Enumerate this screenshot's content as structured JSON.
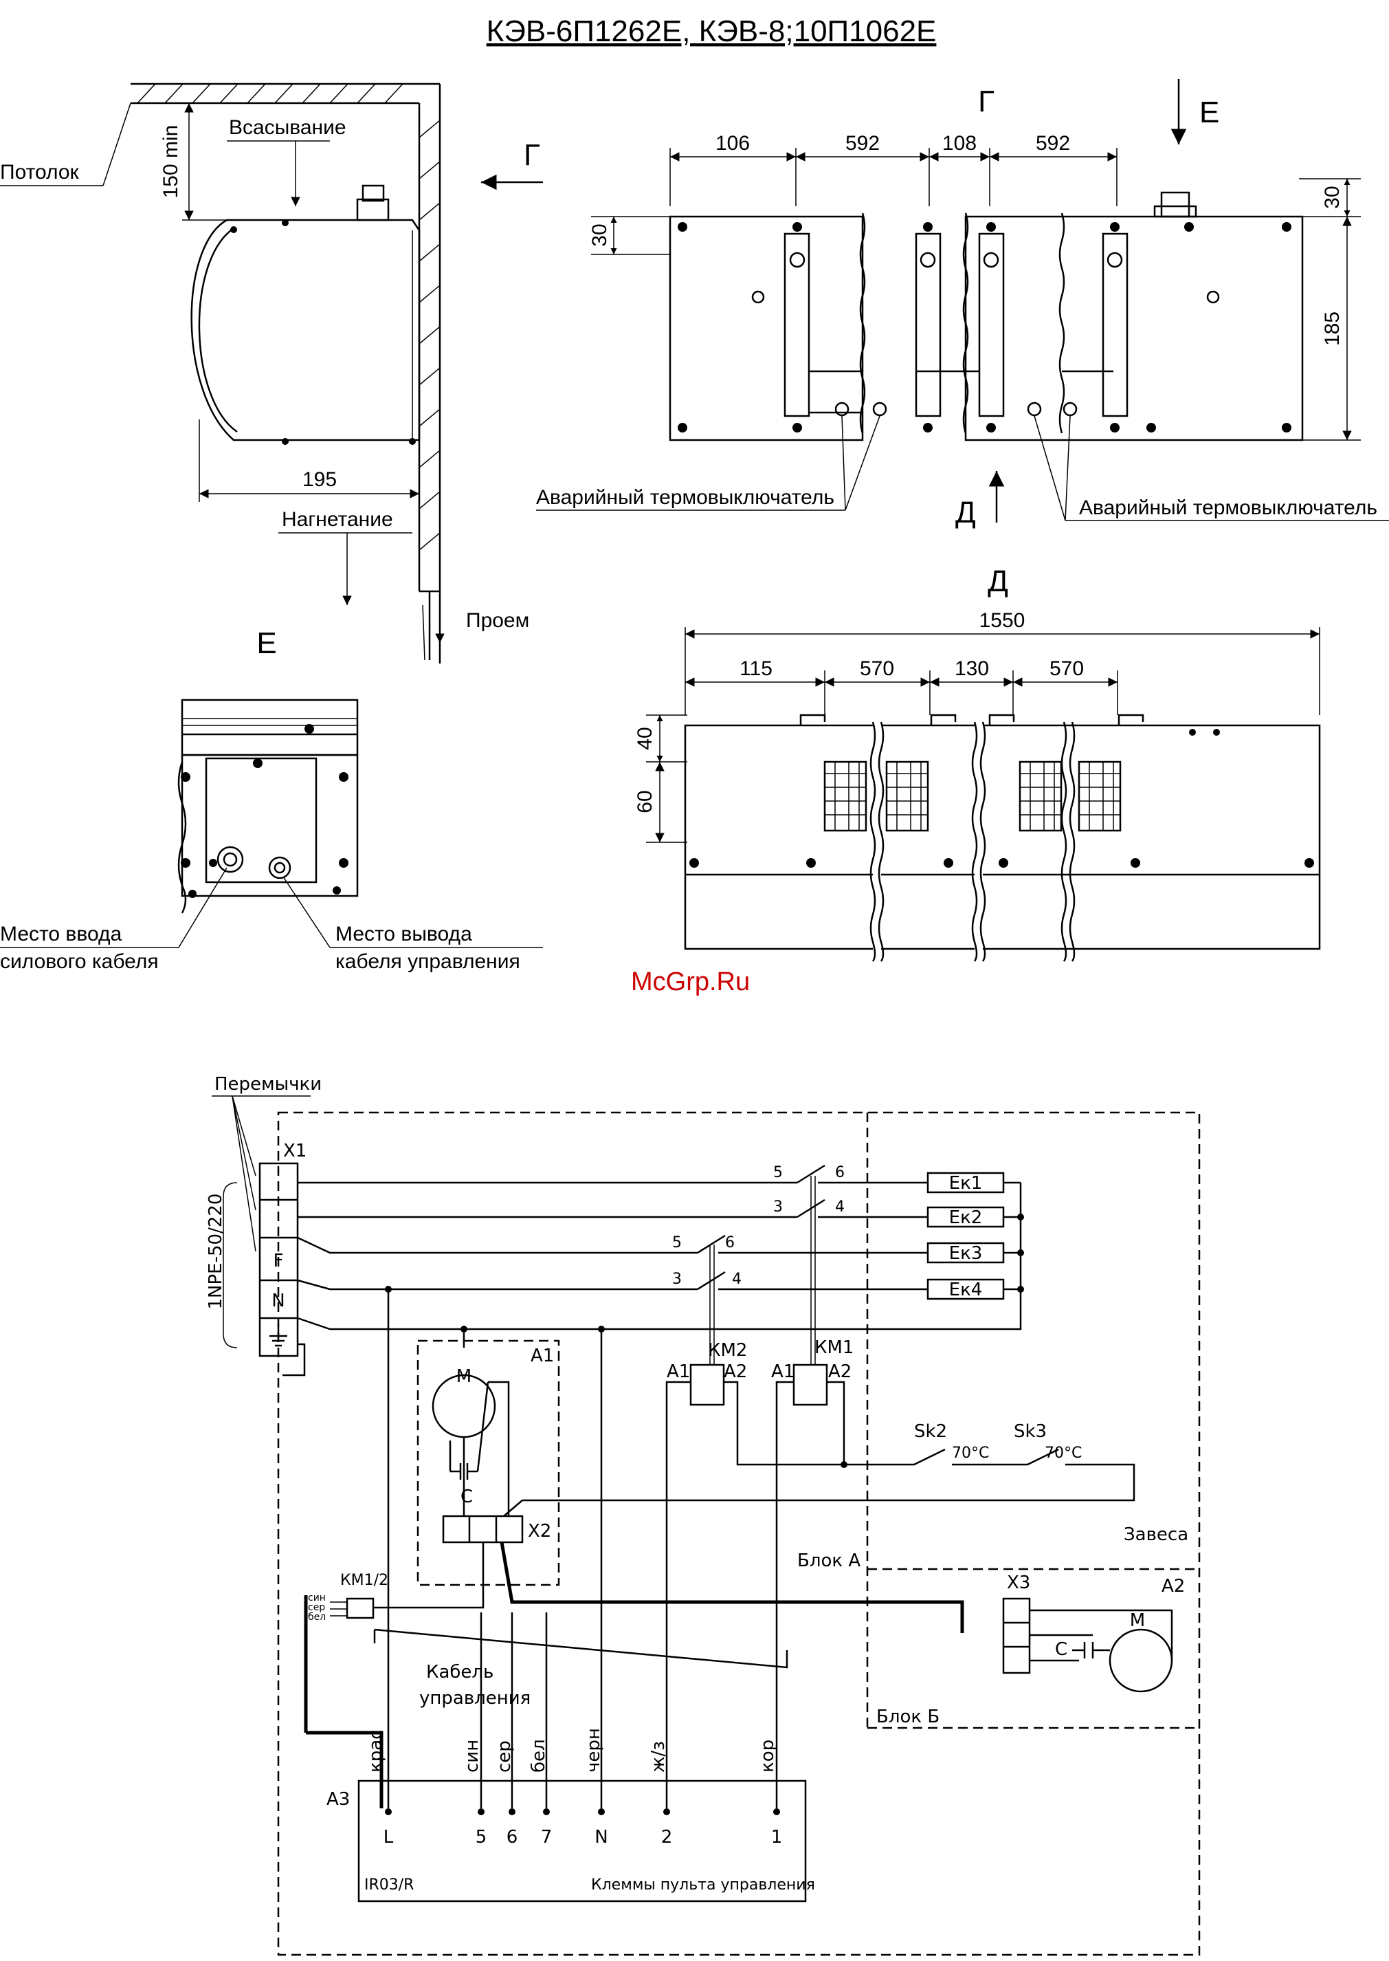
{
  "title": "КЭВ-6П1262Е, КЭВ-8;10П1062Е",
  "side_view": {
    "ceiling": "Потолок",
    "intake": "Всасывание",
    "discharge": "Нагнетание",
    "opening": "Проем",
    "min_gap": "150 min",
    "width": "195",
    "arrow_label": "Г"
  },
  "view_g": {
    "label": "Г",
    "dims": [
      "106",
      "592",
      "108",
      "592"
    ],
    "height_top": "30",
    "height_left": "30",
    "height_total": "185",
    "thermo_left": "Аварийный термовыключатель",
    "thermo_right": "Аварийный термовыключатель",
    "arrow_e": "Е",
    "arrow_d": "Д"
  },
  "view_e": {
    "label": "Е",
    "power_entry": [
      "Место ввода",
      "силового кабеля"
    ],
    "control_exit": [
      "Место вывода",
      "кабеля управления"
    ]
  },
  "view_d": {
    "label": "Д",
    "total": "1550",
    "dims": [
      "115",
      "570",
      "130",
      "570"
    ],
    "h1": "40",
    "h2": "60"
  },
  "watermark": "McGrp.Ru",
  "schematic": {
    "jumpers": "Перемычки",
    "x1": "X1",
    "supply": "1NPE-50/220",
    "f": "F",
    "n": "N",
    "heaters": [
      "Ек1",
      "Ек2",
      "Ек3",
      "Ек4"
    ],
    "contacts_km1": [
      "5",
      "6",
      "3",
      "4"
    ],
    "contacts_km2": [
      "5",
      "6",
      "3",
      "4"
    ],
    "km1": "КМ1",
    "km2": "КМ2",
    "a1_label": "А1",
    "a2_label": "А2",
    "coil_a1": "А1",
    "coil_a2": "А2",
    "motor": "М",
    "cap": "С",
    "x2": "X2",
    "x3": "X3",
    "a2_block": "А2",
    "sk2": "Sk2",
    "sk3": "Sk3",
    "temp": "70°С",
    "curtain": "Завеса",
    "block_a": "Блок А",
    "block_b": "Блок Б",
    "km12": "КМ1/2",
    "wire_colors_left": [
      "син",
      "сер",
      "бел"
    ],
    "control_cable": [
      "Кабель",
      "управления"
    ],
    "a3": "А3",
    "terminal_colors": [
      "крас",
      "син",
      "сер",
      "бел",
      "черн",
      "ж/з",
      "кор"
    ],
    "terminals": [
      "L",
      "5",
      "6",
      "7",
      "N",
      "2",
      "1"
    ],
    "model": "IR03/R",
    "panel_terminals": "Клеммы пульта управления"
  }
}
